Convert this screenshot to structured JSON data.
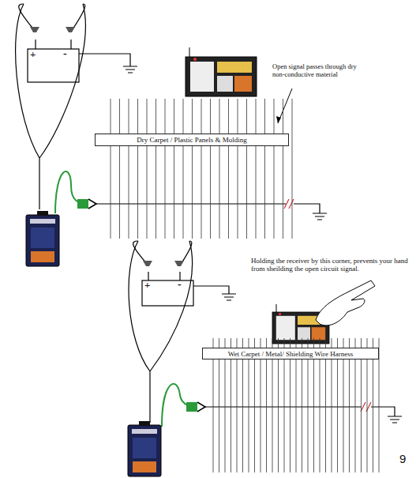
{
  "diagram": {
    "nodes": [
      {
        "text": [
          "Dry Carpet / Plastic Panels & Molding"
        ]
      },
      {
        "text": [
          "Wet Carpet / Metal/ Shielding Wire Harness"
        ]
      }
    ],
    "labels": [
      "+",
      "-",
      "Open signal passes through dry non-conductive material",
      "+",
      "-",
      "Holding the receiver by this corner, prevents your hand from sheilding the open circuit signal.",
      "9"
    ]
  }
}
